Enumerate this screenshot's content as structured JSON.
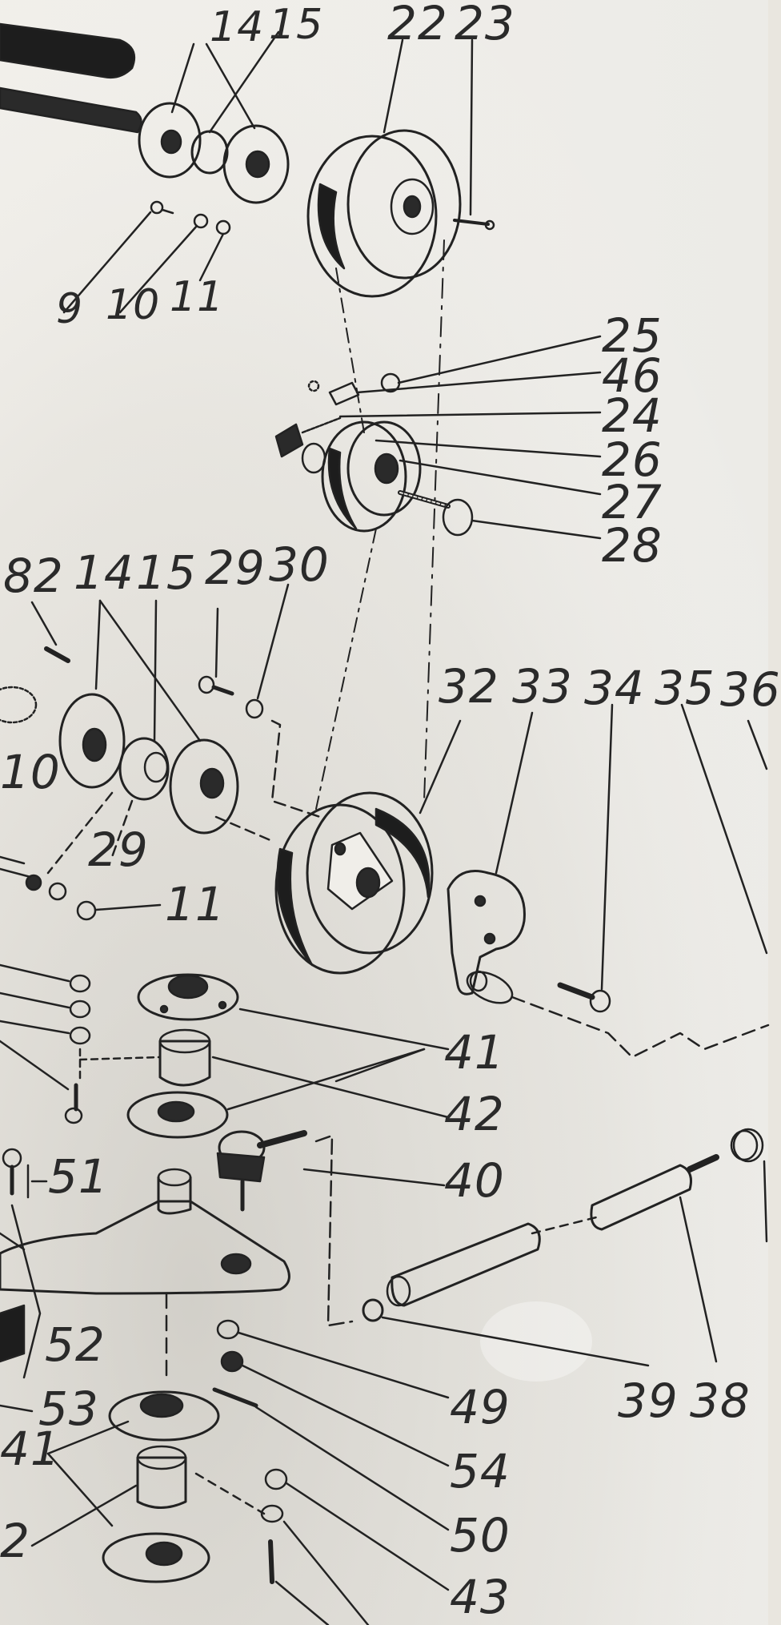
{
  "diagram": {
    "callouts": [
      {
        "id": "c14a",
        "text": "14"
      },
      {
        "id": "c15a",
        "text": "15"
      },
      {
        "id": "c22",
        "text": "22"
      },
      {
        "id": "c23",
        "text": "23"
      },
      {
        "id": "c9",
        "text": "9"
      },
      {
        "id": "c10a",
        "text": "10"
      },
      {
        "id": "c11a",
        "text": "11"
      },
      {
        "id": "c25",
        "text": "25"
      },
      {
        "id": "c46",
        "text": "46"
      },
      {
        "id": "c24",
        "text": "24"
      },
      {
        "id": "c26",
        "text": "26"
      },
      {
        "id": "c27",
        "text": "27"
      },
      {
        "id": "c28",
        "text": "28"
      },
      {
        "id": "c82",
        "text": "82"
      },
      {
        "id": "c14b",
        "text": "14"
      },
      {
        "id": "c15b",
        "text": "15"
      },
      {
        "id": "c29a",
        "text": "29"
      },
      {
        "id": "c30",
        "text": "30"
      },
      {
        "id": "c32",
        "text": "32"
      },
      {
        "id": "c33",
        "text": "33"
      },
      {
        "id": "c34",
        "text": "34"
      },
      {
        "id": "c35",
        "text": "35"
      },
      {
        "id": "c36",
        "text": "36"
      },
      {
        "id": "c10b",
        "text": "10"
      },
      {
        "id": "c29b",
        "text": "29"
      },
      {
        "id": "c11b",
        "text": "11"
      },
      {
        "id": "c41a",
        "text": "41"
      },
      {
        "id": "c42a",
        "text": "42"
      },
      {
        "id": "c51",
        "text": "51"
      },
      {
        "id": "c40",
        "text": "40"
      },
      {
        "id": "c52",
        "text": "52"
      },
      {
        "id": "c53",
        "text": "53"
      },
      {
        "id": "c39",
        "text": "39"
      },
      {
        "id": "c38",
        "text": "38"
      },
      {
        "id": "c49",
        "text": "49"
      },
      {
        "id": "c41b",
        "text": "41"
      },
      {
        "id": "c54",
        "text": "54"
      },
      {
        "id": "c42b",
        "text": "2"
      },
      {
        "id": "c50",
        "text": "50"
      },
      {
        "id": "c43",
        "text": "43"
      }
    ]
  }
}
